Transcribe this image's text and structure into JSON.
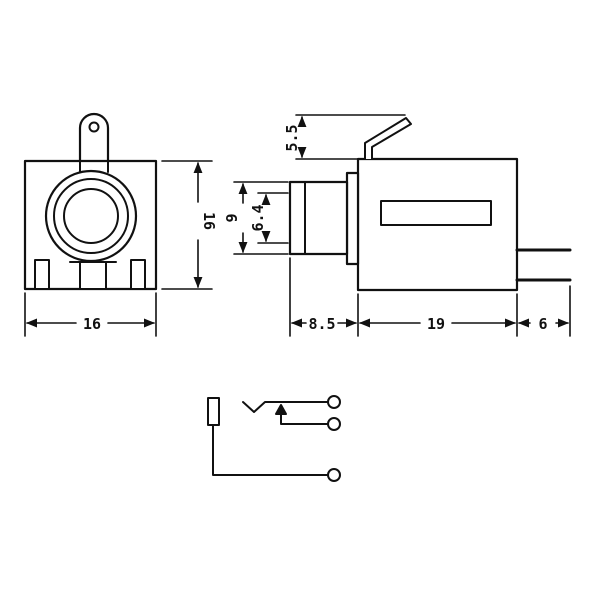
{
  "dimensions": {
    "front_width": "16",
    "front_height": "16",
    "side_height_outer": "9",
    "side_height_inner": "6.4",
    "lug_offset": "5.5",
    "bushing_length": "8.5",
    "body_length": "19",
    "pin_length": "6"
  },
  "colors": {
    "line": "#111111",
    "background": "#ffffff"
  }
}
